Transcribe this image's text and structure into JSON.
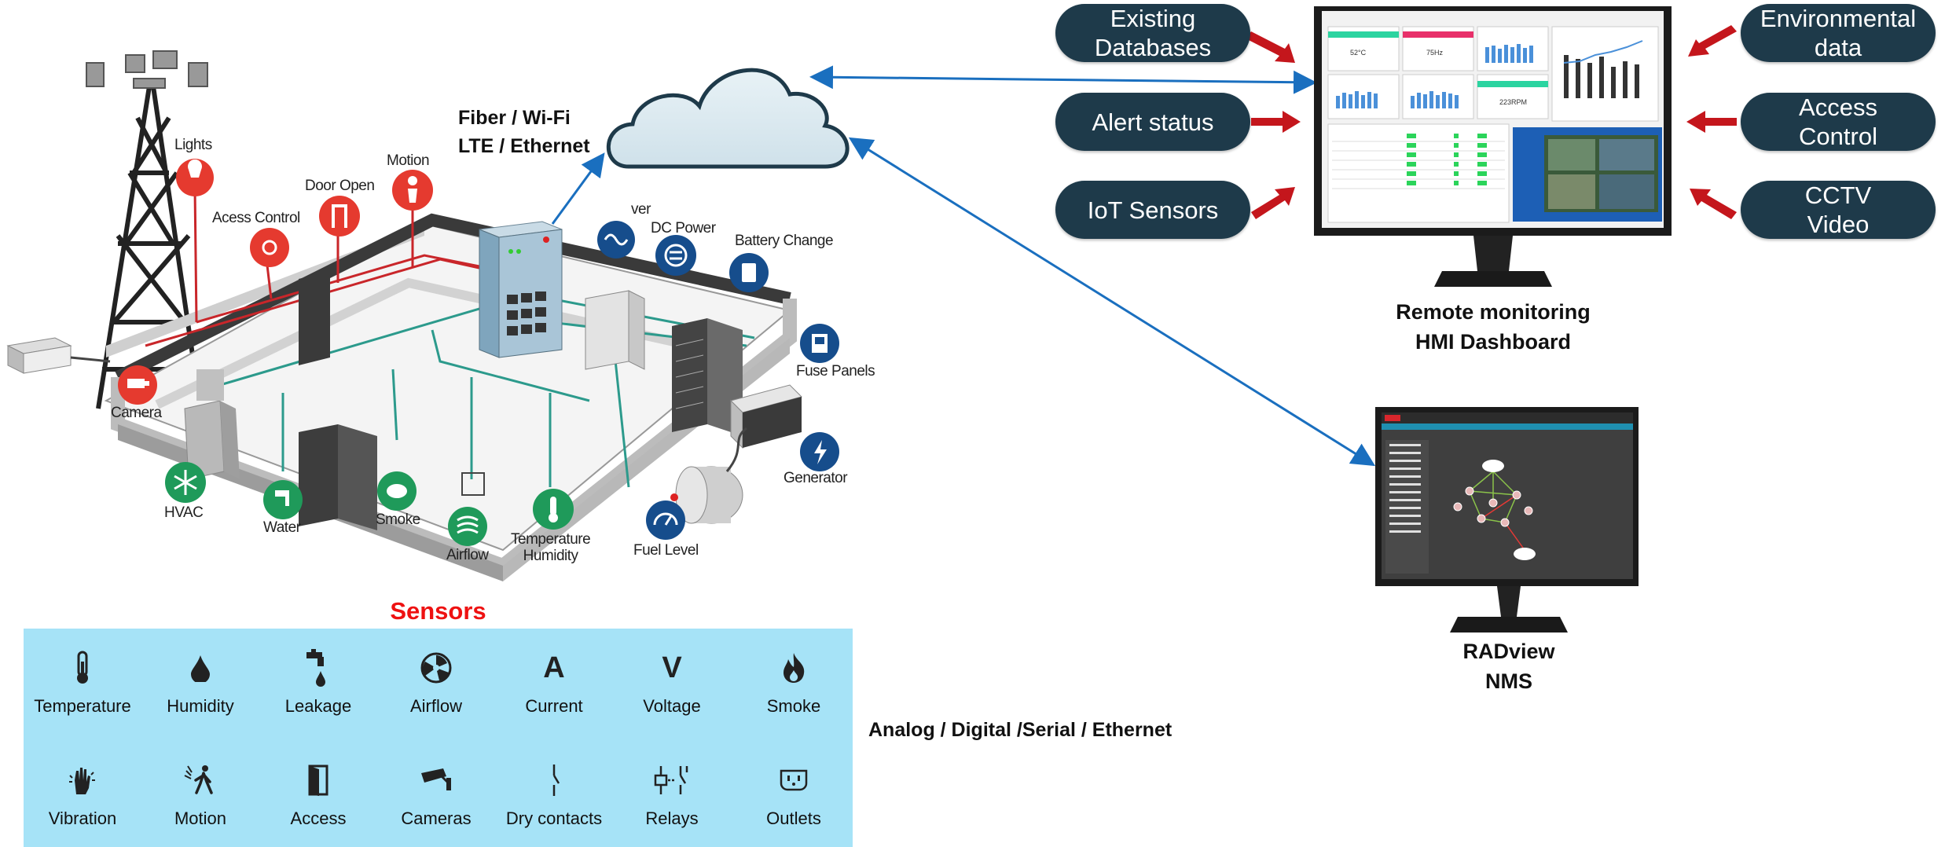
{
  "building": {
    "labels": {
      "lights": "Lights",
      "motion": "Motion",
      "door_open": "Door Open",
      "access_control": "Acess Control",
      "camera": "Camera",
      "dc_power": "DC Power",
      "battery_change": "Battery Change",
      "ver": "ver",
      "fuse_panels": "Fuse Panels",
      "generator": "Generator",
      "hvac": "HVAC",
      "water": "Water",
      "smoke": "Smoke",
      "airflow": "Airflow",
      "temperature_humidity": "Temperature\nHumidity",
      "fuel_level": "Fuel Level"
    }
  },
  "links": {
    "router_to_cloud": "Fiber / Wi-Fi\nLTE / Ethernet",
    "sensors_to_router": "Analog / Digital /Serial / Ethernet"
  },
  "hmi": {
    "pills_left": [
      "Existing\nDatabases",
      "Alert status",
      "IoT Sensors"
    ],
    "pills_right": [
      "Environmental\ndata",
      "Access\nControl",
      "CCTV\nVideo"
    ],
    "caption": "Remote monitoring\nHMI Dashboard",
    "screen_tiles": [
      "52°C",
      "75Hz",
      "223RPM"
    ]
  },
  "nms": {
    "caption": "RADview\nNMS"
  },
  "sensors": {
    "title": "Sensors",
    "items": [
      {
        "label": "Temperature",
        "icon": "thermometer-icon"
      },
      {
        "label": "Humidity",
        "icon": "droplet-icon"
      },
      {
        "label": "Leakage",
        "icon": "faucet-icon"
      },
      {
        "label": "Airflow",
        "icon": "fan-icon"
      },
      {
        "label": "Current",
        "icon": "A"
      },
      {
        "label": "Voltage",
        "icon": "V"
      },
      {
        "label": "Smoke",
        "icon": "flame-icon"
      },
      {
        "label": "Vibration",
        "icon": "hand-vibration-icon"
      },
      {
        "label": "Motion",
        "icon": "walking-person-icon"
      },
      {
        "label": "Access",
        "icon": "door-icon"
      },
      {
        "label": "Cameras",
        "icon": "cctv-camera-icon"
      },
      {
        "label": "Dry contacts",
        "icon": "contact-icon"
      },
      {
        "label": "Relays",
        "icon": "relay-icon"
      },
      {
        "label": "Outlets",
        "icon": "outlet-icon"
      }
    ]
  },
  "colors": {
    "pill": "#1e3a4a",
    "panel": "#a6e3f7",
    "arrow_blue": "#1a6fbf",
    "arrow_red": "#c4161c",
    "sensor_red": "#e53a2f",
    "sensor_green": "#1f9a5a",
    "sensor_blue": "#164d8c"
  }
}
